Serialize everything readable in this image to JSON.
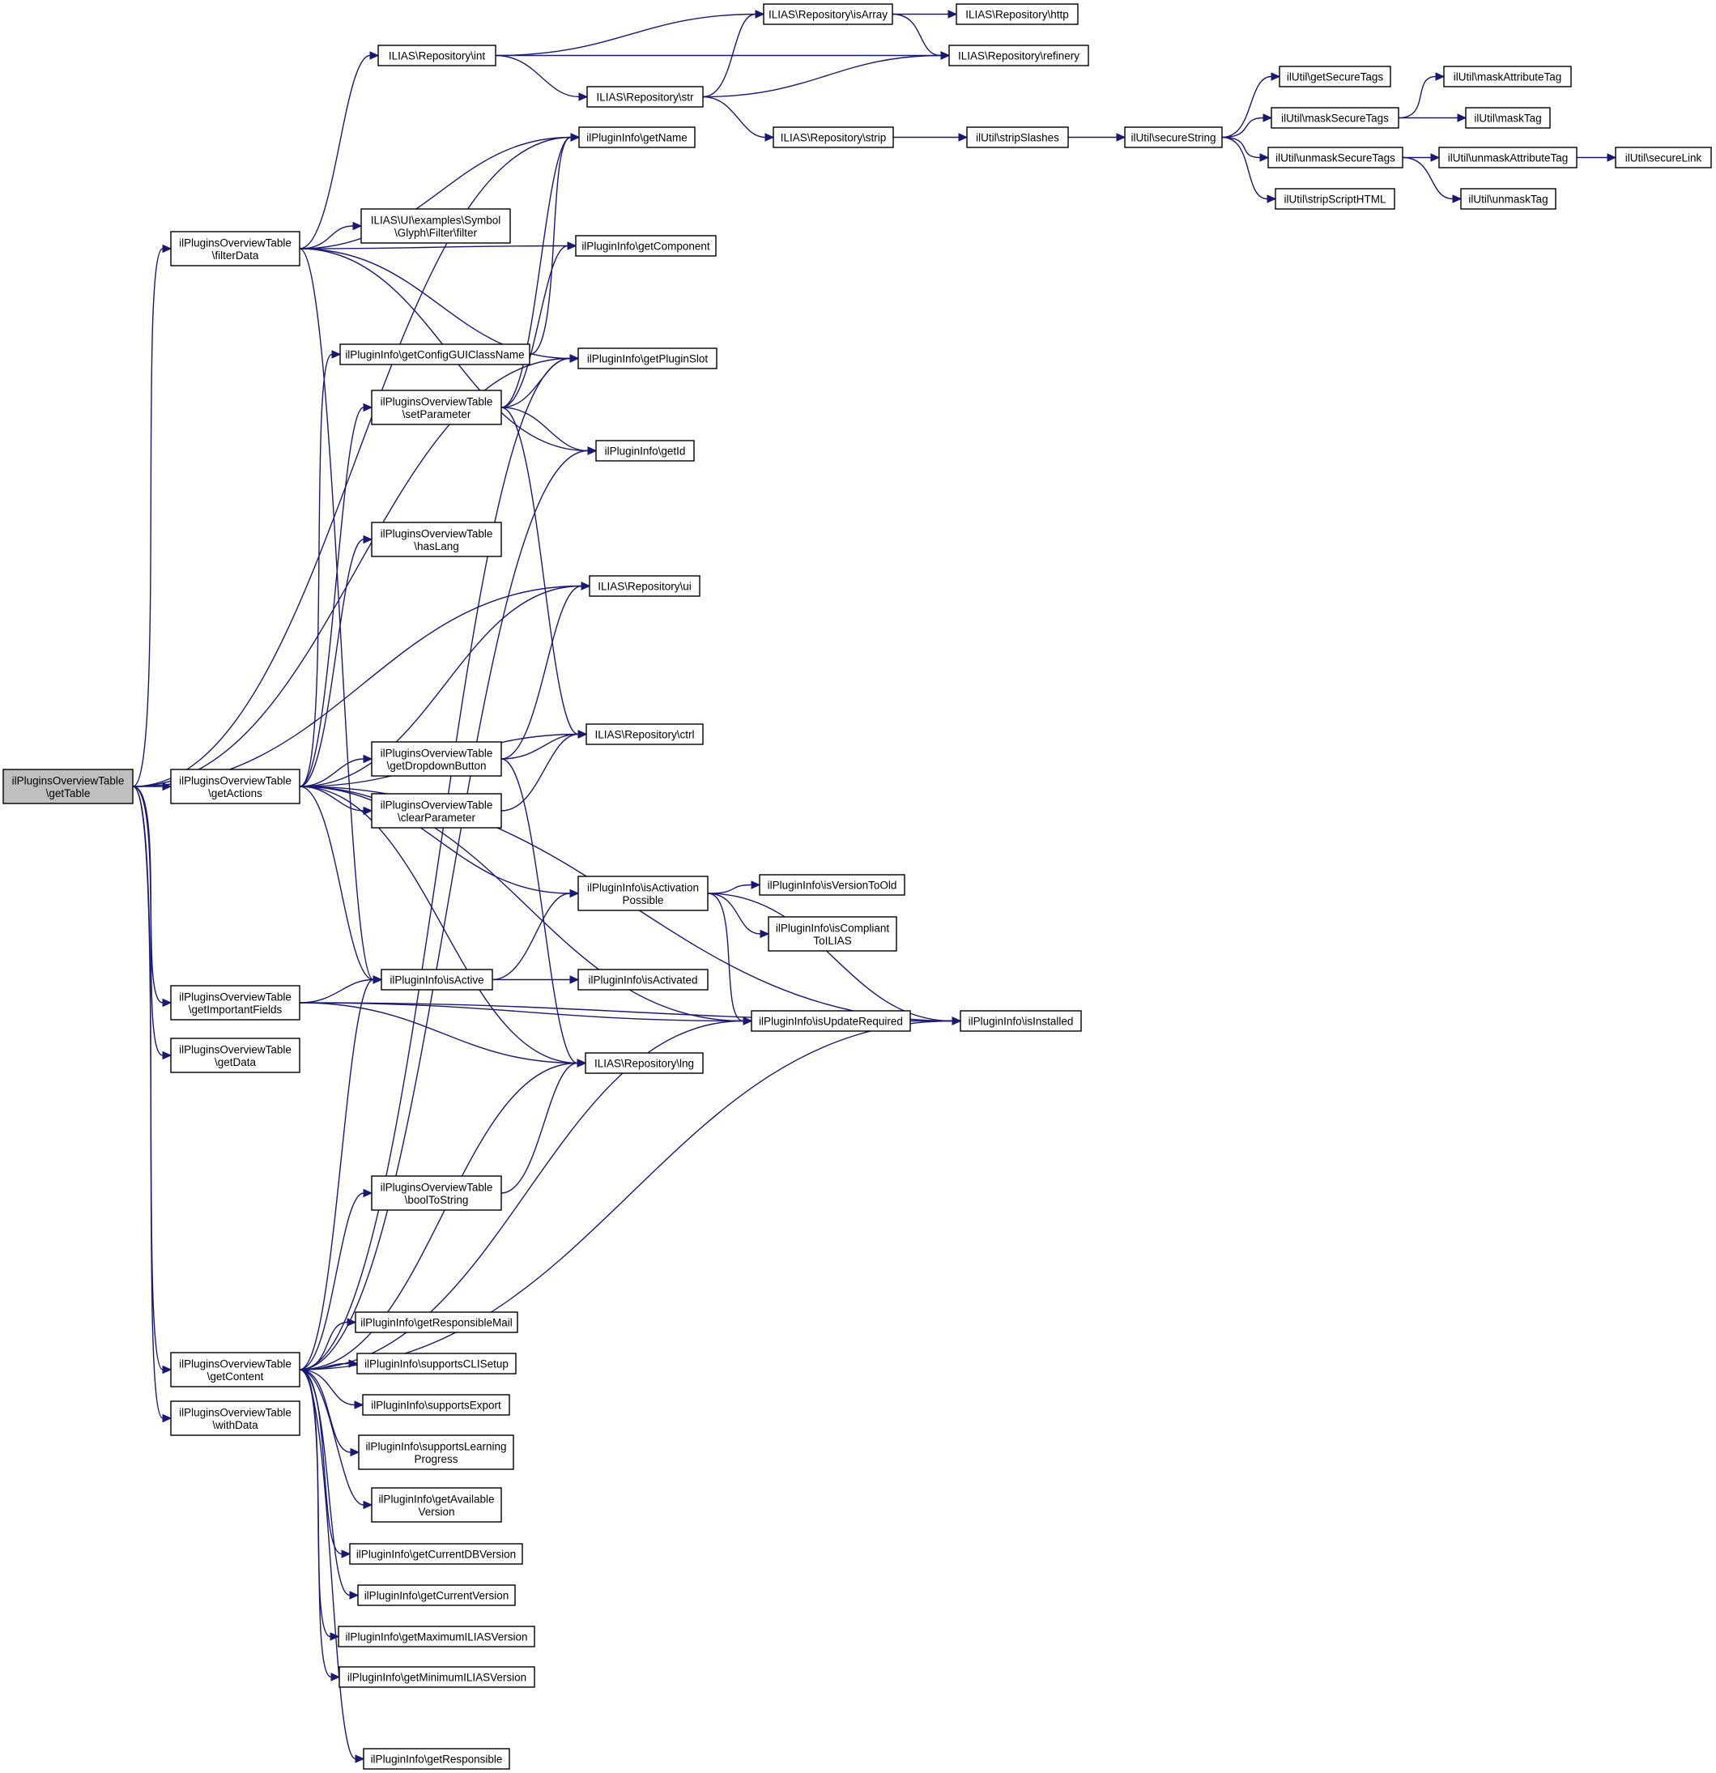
{
  "nodes": [
    {
      "id": "getTable",
      "lines": [
        "ilPluginsOverviewTable",
        "\\getTable"
      ],
      "root": true
    },
    {
      "id": "filterData",
      "lines": [
        "ilPluginsOverviewTable",
        "\\filterData"
      ]
    },
    {
      "id": "getActions",
      "lines": [
        "ilPluginsOverviewTable",
        "\\getActions"
      ]
    },
    {
      "id": "getImportantFields",
      "lines": [
        "ilPluginsOverviewTable",
        "\\getImportantFields"
      ]
    },
    {
      "id": "getData",
      "lines": [
        "ilPluginsOverviewTable",
        "\\getData"
      ]
    },
    {
      "id": "getContent",
      "lines": [
        "ilPluginsOverviewTable",
        "\\getContent"
      ]
    },
    {
      "id": "withData",
      "lines": [
        "ilPluginsOverviewTable",
        "\\withData"
      ]
    },
    {
      "id": "repoInt",
      "lines": [
        "ILIAS\\Repository\\int"
      ]
    },
    {
      "id": "repoIsArray",
      "lines": [
        "ILIAS\\Repository\\isArray"
      ]
    },
    {
      "id": "repoHttp",
      "lines": [
        "ILIAS\\Repository\\http"
      ]
    },
    {
      "id": "repoRefinery",
      "lines": [
        "ILIAS\\Repository\\refinery"
      ]
    },
    {
      "id": "repoStr",
      "lines": [
        "ILIAS\\Repository\\str"
      ]
    },
    {
      "id": "repoStrip",
      "lines": [
        "ILIAS\\Repository\\strip"
      ]
    },
    {
      "id": "stripSlashes",
      "lines": [
        "ilUtil\\stripSlashes"
      ]
    },
    {
      "id": "secureString",
      "lines": [
        "ilUtil\\secureString"
      ]
    },
    {
      "id": "getSecureTags",
      "lines": [
        "ilUtil\\getSecureTags"
      ]
    },
    {
      "id": "maskSecureTags",
      "lines": [
        "ilUtil\\maskSecureTags"
      ]
    },
    {
      "id": "maskAttributeTag",
      "lines": [
        "ilUtil\\maskAttributeTag"
      ]
    },
    {
      "id": "maskTag",
      "lines": [
        "ilUtil\\maskTag"
      ]
    },
    {
      "id": "unmaskSecureTags",
      "lines": [
        "ilUtil\\unmaskSecureTags"
      ]
    },
    {
      "id": "unmaskAttributeTag",
      "lines": [
        "ilUtil\\unmaskAttributeTag"
      ]
    },
    {
      "id": "secureLink",
      "lines": [
        "ilUtil\\secureLink"
      ]
    },
    {
      "id": "unmaskTag",
      "lines": [
        "ilUtil\\unmaskTag"
      ]
    },
    {
      "id": "stripScriptHTML",
      "lines": [
        "ilUtil\\stripScriptHTML"
      ]
    },
    {
      "id": "getName",
      "lines": [
        "ilPluginInfo\\getName"
      ]
    },
    {
      "id": "symbolFilter",
      "lines": [
        "ILIAS\\UI\\examples\\Symbol",
        "\\Glyph\\Filter\\filter"
      ]
    },
    {
      "id": "getComponent",
      "lines": [
        "ilPluginInfo\\getComponent"
      ]
    },
    {
      "id": "getConfigGUIClassName",
      "lines": [
        "ilPluginInfo\\getConfigGUIClassName"
      ]
    },
    {
      "id": "getPluginSlot",
      "lines": [
        "ilPluginInfo\\getPluginSlot"
      ]
    },
    {
      "id": "setParameter",
      "lines": [
        "ilPluginsOverviewTable",
        "\\setParameter"
      ]
    },
    {
      "id": "getId",
      "lines": [
        "ilPluginInfo\\getId"
      ]
    },
    {
      "id": "hasLang",
      "lines": [
        "ilPluginsOverviewTable",
        "\\hasLang"
      ]
    },
    {
      "id": "repoUi",
      "lines": [
        "ILIAS\\Repository\\ui"
      ]
    },
    {
      "id": "getDropdownButton",
      "lines": [
        "ilPluginsOverviewTable",
        "\\getDropdownButton"
      ]
    },
    {
      "id": "repoCtrl",
      "lines": [
        "ILIAS\\Repository\\ctrl"
      ]
    },
    {
      "id": "clearParameter",
      "lines": [
        "ilPluginsOverviewTable",
        "\\clearParameter"
      ]
    },
    {
      "id": "isActivationPossible",
      "lines": [
        "ilPluginInfo\\isActivation",
        "Possible"
      ]
    },
    {
      "id": "isVersionToOld",
      "lines": [
        "ilPluginInfo\\isVersionToOld"
      ]
    },
    {
      "id": "isCompliantToILIAS",
      "lines": [
        "ilPluginInfo\\isCompliant",
        "ToILIAS"
      ]
    },
    {
      "id": "isActive",
      "lines": [
        "ilPluginInfo\\isActive"
      ]
    },
    {
      "id": "isActivated",
      "lines": [
        "ilPluginInfo\\isActivated"
      ]
    },
    {
      "id": "isUpdateRequired",
      "lines": [
        "ilPluginInfo\\isUpdateRequired"
      ]
    },
    {
      "id": "isInstalled",
      "lines": [
        "ilPluginInfo\\isInstalled"
      ]
    },
    {
      "id": "repoLng",
      "lines": [
        "ILIAS\\Repository\\lng"
      ]
    },
    {
      "id": "boolToString",
      "lines": [
        "ilPluginsOverviewTable",
        "\\boolToString"
      ]
    },
    {
      "id": "getResponsibleMail",
      "lines": [
        "ilPluginInfo\\getResponsibleMail"
      ]
    },
    {
      "id": "supportsCLISetup",
      "lines": [
        "ilPluginInfo\\supportsCLISetup"
      ]
    },
    {
      "id": "supportsExport",
      "lines": [
        "ilPluginInfo\\supportsExport"
      ]
    },
    {
      "id": "supportsLearningProgress",
      "lines": [
        "ilPluginInfo\\supportsLearning",
        "Progress"
      ]
    },
    {
      "id": "getAvailableVersion",
      "lines": [
        "ilPluginInfo\\getAvailable",
        "Version"
      ]
    },
    {
      "id": "getCurrentDBVersion",
      "lines": [
        "ilPluginInfo\\getCurrentDBVersion"
      ]
    },
    {
      "id": "getCurrentVersion",
      "lines": [
        "ilPluginInfo\\getCurrentVersion"
      ]
    },
    {
      "id": "getMaximumILIASVersion",
      "lines": [
        "ilPluginInfo\\getMaximumILIASVersion"
      ]
    },
    {
      "id": "getMinimumILIASVersion",
      "lines": [
        "ilPluginInfo\\getMinimumILIASVersion"
      ]
    },
    {
      "id": "getResponsible",
      "lines": [
        "ilPluginInfo\\getResponsible"
      ]
    }
  ],
  "edges": [
    [
      "getTable",
      "filterData"
    ],
    [
      "getTable",
      "getActions"
    ],
    [
      "getTable",
      "getImportantFields"
    ],
    [
      "getTable",
      "getData"
    ],
    [
      "getTable",
      "getContent"
    ],
    [
      "getTable",
      "withData"
    ],
    [
      "getTable",
      "getName"
    ],
    [
      "getTable",
      "getPluginSlot"
    ],
    [
      "getTable",
      "repoUi"
    ],
    [
      "filterData",
      "repoInt"
    ],
    [
      "filterData",
      "getName"
    ],
    [
      "filterData",
      "symbolFilter"
    ],
    [
      "filterData",
      "getComponent"
    ],
    [
      "filterData",
      "getPluginSlot"
    ],
    [
      "filterData",
      "getId"
    ],
    [
      "filterData",
      "isActive"
    ],
    [
      "repoInt",
      "repoIsArray"
    ],
    [
      "repoInt",
      "repoRefinery"
    ],
    [
      "repoInt",
      "repoStr"
    ],
    [
      "repoIsArray",
      "repoHttp"
    ],
    [
      "repoIsArray",
      "repoRefinery"
    ],
    [
      "repoStr",
      "repoIsArray"
    ],
    [
      "repoStr",
      "repoRefinery"
    ],
    [
      "repoStr",
      "repoStrip"
    ],
    [
      "repoStrip",
      "stripSlashes"
    ],
    [
      "stripSlashes",
      "secureString"
    ],
    [
      "secureString",
      "getSecureTags"
    ],
    [
      "secureString",
      "maskSecureTags"
    ],
    [
      "secureString",
      "unmaskSecureTags"
    ],
    [
      "secureString",
      "stripScriptHTML"
    ],
    [
      "maskSecureTags",
      "maskAttributeTag"
    ],
    [
      "maskSecureTags",
      "maskTag"
    ],
    [
      "unmaskSecureTags",
      "unmaskAttributeTag"
    ],
    [
      "unmaskSecureTags",
      "unmaskTag"
    ],
    [
      "unmaskAttributeTag",
      "secureLink"
    ],
    [
      "getConfigGUIClassName",
      "getName"
    ],
    [
      "setParameter",
      "getName"
    ],
    [
      "setParameter",
      "getComponent"
    ],
    [
      "setParameter",
      "getPluginSlot"
    ],
    [
      "setParameter",
      "getId"
    ],
    [
      "setParameter",
      "repoCtrl"
    ],
    [
      "getActions",
      "getConfigGUIClassName"
    ],
    [
      "getActions",
      "setParameter"
    ],
    [
      "getActions",
      "hasLang"
    ],
    [
      "getActions",
      "repoUi"
    ],
    [
      "getActions",
      "getDropdownButton"
    ],
    [
      "getActions",
      "repoCtrl"
    ],
    [
      "getActions",
      "clearParameter"
    ],
    [
      "getActions",
      "isActivationPossible"
    ],
    [
      "getActions",
      "isActive"
    ],
    [
      "getActions",
      "isUpdateRequired"
    ],
    [
      "getActions",
      "isInstalled"
    ],
    [
      "getActions",
      "repoLng"
    ],
    [
      "getDropdownButton",
      "repoUi"
    ],
    [
      "getDropdownButton",
      "repoCtrl"
    ],
    [
      "getDropdownButton",
      "repoLng"
    ],
    [
      "clearParameter",
      "repoCtrl"
    ],
    [
      "isActivationPossible",
      "isVersionToOld"
    ],
    [
      "isActivationPossible",
      "isCompliantToILIAS"
    ],
    [
      "isActivationPossible",
      "isUpdateRequired"
    ],
    [
      "isActivationPossible",
      "isInstalled"
    ],
    [
      "isActive",
      "isActivationPossible"
    ],
    [
      "isActive",
      "isActivated"
    ],
    [
      "isUpdateRequired",
      "isInstalled"
    ],
    [
      "getImportantFields",
      "isActive"
    ],
    [
      "getImportantFields",
      "isUpdateRequired"
    ],
    [
      "getImportantFields",
      "repoLng"
    ],
    [
      "getImportantFields",
      "isInstalled"
    ],
    [
      "boolToString",
      "repoLng"
    ],
    [
      "getContent",
      "getPluginSlot"
    ],
    [
      "getContent",
      "getId"
    ],
    [
      "getContent",
      "isActive"
    ],
    [
      "getContent",
      "boolToString"
    ],
    [
      "getContent",
      "repoLng"
    ],
    [
      "getContent",
      "isUpdateRequired"
    ],
    [
      "getContent",
      "getResponsibleMail"
    ],
    [
      "getContent",
      "supportsCLISetup"
    ],
    [
      "getContent",
      "supportsExport"
    ],
    [
      "getContent",
      "supportsLearningProgress"
    ],
    [
      "getContent",
      "getAvailableVersion"
    ],
    [
      "getContent",
      "getCurrentDBVersion"
    ],
    [
      "getContent",
      "getCurrentVersion"
    ],
    [
      "getContent",
      "getMaximumILIASVersion"
    ],
    [
      "getContent",
      "getMinimumILIASVersion"
    ],
    [
      "getContent",
      "getResponsible"
    ],
    [
      "getContent",
      "isInstalled"
    ]
  ]
}
